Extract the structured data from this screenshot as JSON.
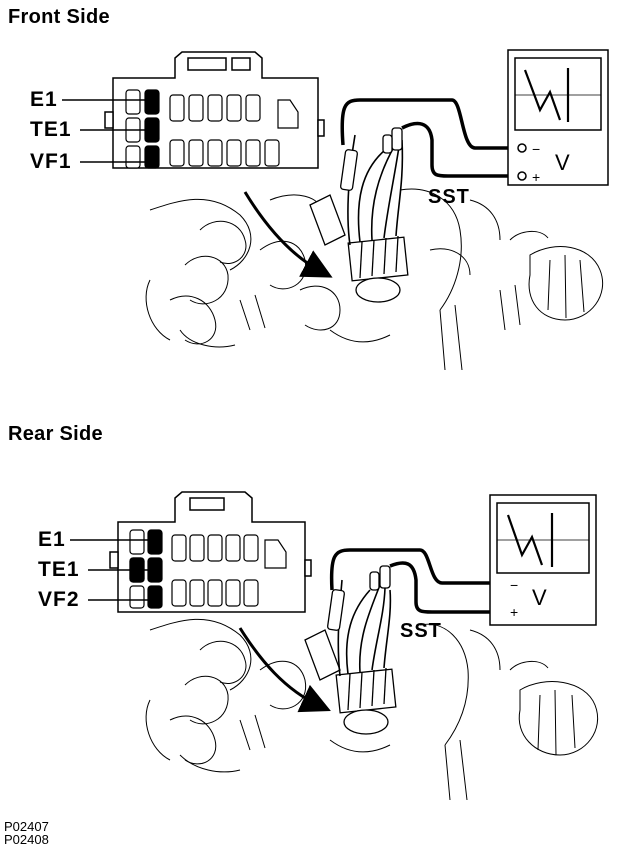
{
  "front": {
    "title": "Front Side",
    "pins": [
      "E1",
      "TE1",
      "VF1"
    ],
    "tool_label": "SST",
    "meter": {
      "unit": "V",
      "minus": "−",
      "plus": "+"
    }
  },
  "rear": {
    "title": "Rear Side",
    "pins": [
      "E1",
      "TE1",
      "VF2"
    ],
    "tool_label": "SST",
    "meter": {
      "unit": "V",
      "minus": "−",
      "plus": "+"
    }
  },
  "figure_codes": [
    "P02407",
    "P02408"
  ]
}
